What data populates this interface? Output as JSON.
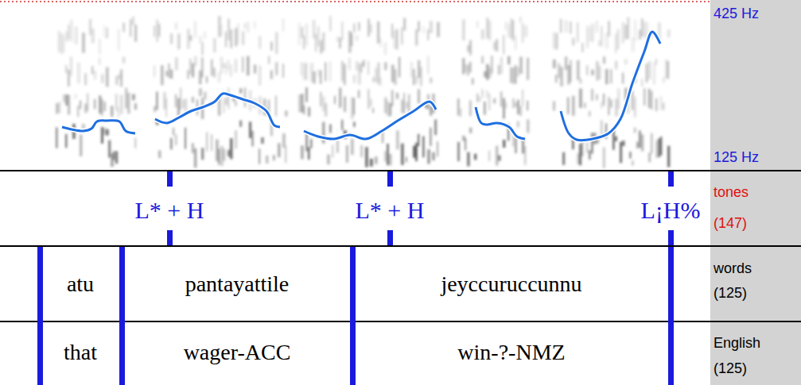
{
  "diagram": {
    "labels": [
      "425 Hz",
      "125 Hz",
      "L* + H",
      "L* + H",
      "L¡H%",
      "tones",
      "(147)",
      "words",
      "(125)",
      "English",
      "(125)",
      "atu",
      "pantayattile",
      "jeyccuruccunnu",
      "that",
      "wager-ACC",
      "win-?-NMZ"
    ]
  }
}
